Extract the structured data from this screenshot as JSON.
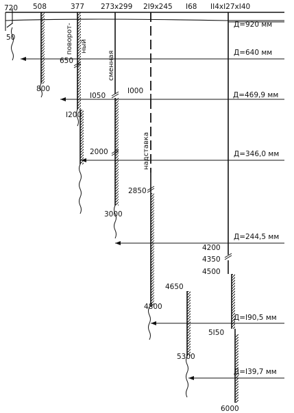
{
  "header": {
    "d720": "720",
    "d508": "508",
    "d377": "377",
    "d273": "273x299",
    "d219": "2I9x245",
    "d168": "I68",
    "d114": "II4xI27xI40"
  },
  "labels": {
    "tail50": "50",
    "d650": "650",
    "d800": "800",
    "d1050": "I050",
    "d1000": "I000",
    "d1200": "I200",
    "d2000": "2000",
    "d2850": "2850",
    "d3000": "3000",
    "d4200": "4200",
    "d4350": "4350",
    "d4500": "4500",
    "d4650": "4650",
    "d4800": "4800",
    "d5150": "5I50",
    "d5300": "5300",
    "d6000": "6000"
  },
  "vertical_labels": {
    "povorot": "поворот-",
    "nyi": "ный",
    "smennaya": "сменная",
    "nadstavka": "надставка"
  },
  "diameters": {
    "d920": "Д=920",
    "d640": "Д=640",
    "d469": "Д=469,9",
    "d346": "Д=346,0",
    "d244": "Д=244,5",
    "d190": "Д=I90,5",
    "d139": "Д=I39,7",
    "unit": "мм"
  }
}
